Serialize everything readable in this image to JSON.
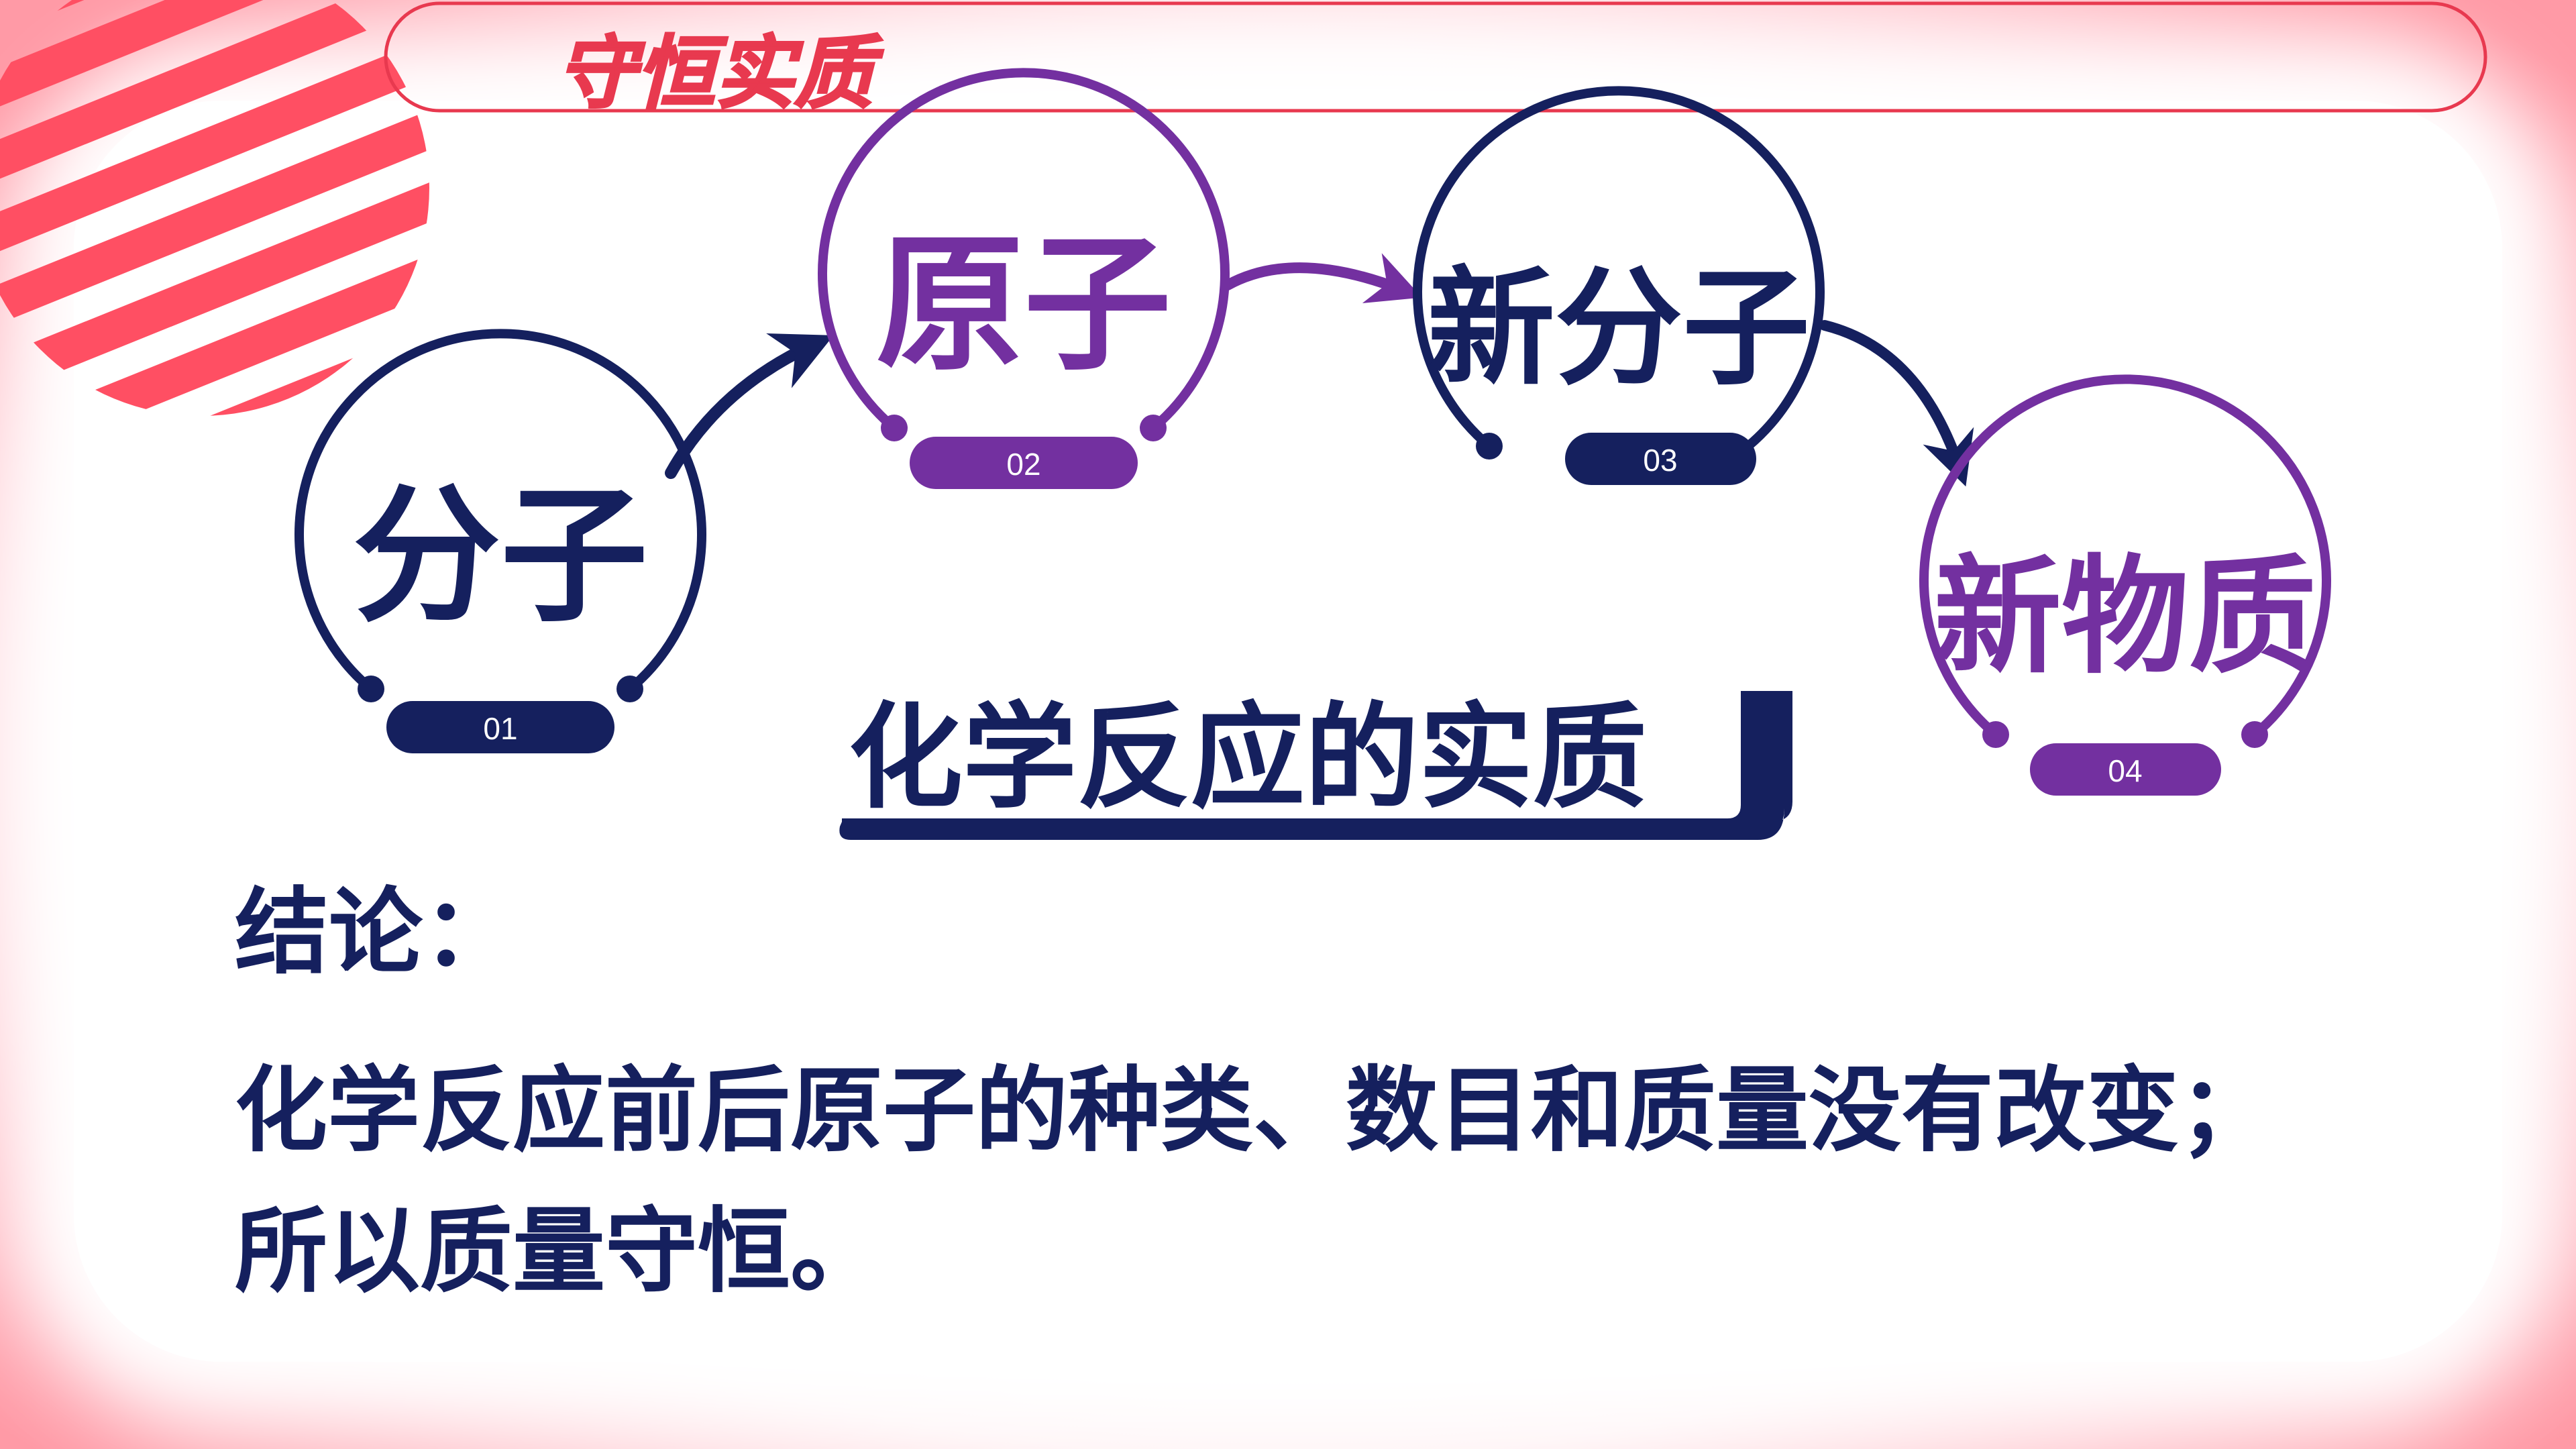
{
  "slide": {
    "header_title": "守恒实质",
    "subtitle": "化学反应的实质",
    "conclusion_label": "结论：",
    "conclusion_line1": "化学反应前后原子的种类、数目和质量没有改变；",
    "conclusion_line2": "所以质量守恒。"
  },
  "nodes": [
    {
      "label": "分子",
      "number": "01",
      "color": "#15205e"
    },
    {
      "label": "原子",
      "number": "02",
      "color": "#7330a0"
    },
    {
      "label": "新分子",
      "number": "03",
      "color": "#15205e"
    },
    {
      "label": "新物质",
      "number": "04",
      "color": "#7330a0"
    }
  ],
  "colors": {
    "navy": "#15205e",
    "purple": "#7330a0",
    "header_red": "#e8394f",
    "frame_pink": "#ff9aa6"
  }
}
